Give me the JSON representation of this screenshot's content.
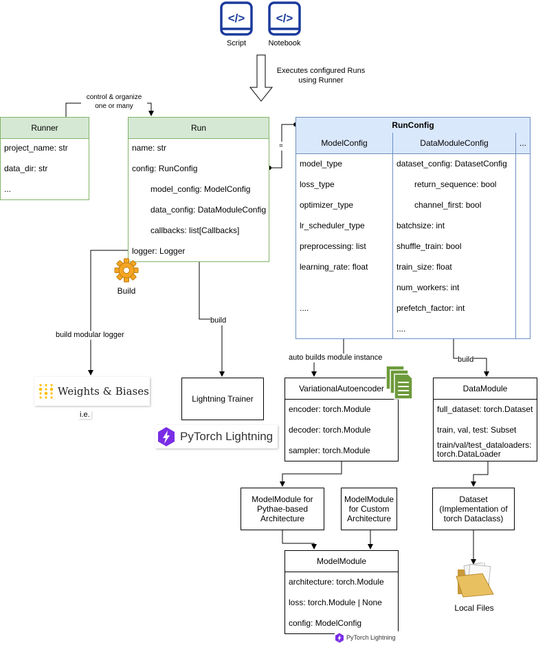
{
  "top_icons": {
    "script_label": "Script",
    "notebook_label": "Notebook",
    "code_icon_glyph": "</>",
    "executes_label": "Executes configured Runs using Runner"
  },
  "runner": {
    "title": "Runner",
    "fields": [
      "project_name: str",
      "data_dir: str",
      "..."
    ],
    "control_label": "control & organize one or many"
  },
  "run": {
    "title": "Run",
    "fields": [
      "name: str",
      "config: RunConfig",
      "model_config: ModelConfig",
      "data_config: DataModuleConfig",
      "callbacks: list[Callbacks]",
      "logger: Logger"
    ]
  },
  "eq_label": "=",
  "runconfig": {
    "title": "RunConfig",
    "col1_title": "ModelConfig",
    "col2_title": "DataModuleConfig",
    "col3_title": "...",
    "col1_fields": [
      "model_type",
      "loss_type",
      "optimizer_type",
      "lr_scheduler_type",
      "preprocessing: list",
      "learning_rate: float",
      "...."
    ],
    "col2_fields": [
      "dataset_config: DatasetConfig",
      "return_sequence: bool",
      "channel_first: bool",
      "batchsize: int",
      "shuffle_train: bool",
      "train_size: float",
      "num_workers: int",
      "prefetch_factor: int",
      "...."
    ]
  },
  "build_gear_label": "Build",
  "build_logger_label": "build modular logger",
  "build_label_trainer": "build",
  "auto_build_label": "auto builds module instance",
  "build_label_data": "build",
  "wandb": {
    "logo_text": "Weights & Biases",
    "ie_label": "i.e."
  },
  "lightning_trainer": {
    "title": "Lightning Trainer"
  },
  "pytorch_lightning": {
    "logo_text": "PyTorch Lightning",
    "small_logo_text": "PyTorch Lightning"
  },
  "vae": {
    "title": "VariationalAutoencoder",
    "fields": [
      "encoder: torch.Module",
      "decoder: torch.Module",
      "sampler: torch.Module"
    ]
  },
  "datamodule": {
    "title": "DataModule",
    "fields": [
      "full_dataset: torch.Dataset",
      "train, val, test: Subset",
      "train/val/test_dataloaders:",
      "torch.DataLoader"
    ]
  },
  "modelmodule_pythae": {
    "text": [
      "ModelModule for",
      "Pythae-based",
      "Architecture"
    ]
  },
  "modelmodule_custom": {
    "text": [
      "ModelModule",
      "for Custom",
      "Architecture"
    ]
  },
  "dataset": {
    "text": [
      "Dataset",
      "(Implementation of",
      "torch Dataclass)"
    ]
  },
  "modelmodule": {
    "title": "ModelModule",
    "fields": [
      "architecture: torch.Module",
      "loss: torch.Module | None",
      "config: ModelConfig"
    ]
  },
  "local_files_label": "Local Files",
  "colors": {
    "green_fill": "#d5e8d4",
    "green_stroke": "#82b366",
    "blue_fill": "#dae8fc",
    "blue_stroke": "#6c8ebf",
    "icon_blue": "#1a3a9c",
    "wandb_gold": "#ffbe00",
    "lightning_purple": "#792ee5",
    "gear_orange": "#f5a623",
    "doc_green": "#6d9a3a",
    "folder_tan": "#e8c060"
  }
}
